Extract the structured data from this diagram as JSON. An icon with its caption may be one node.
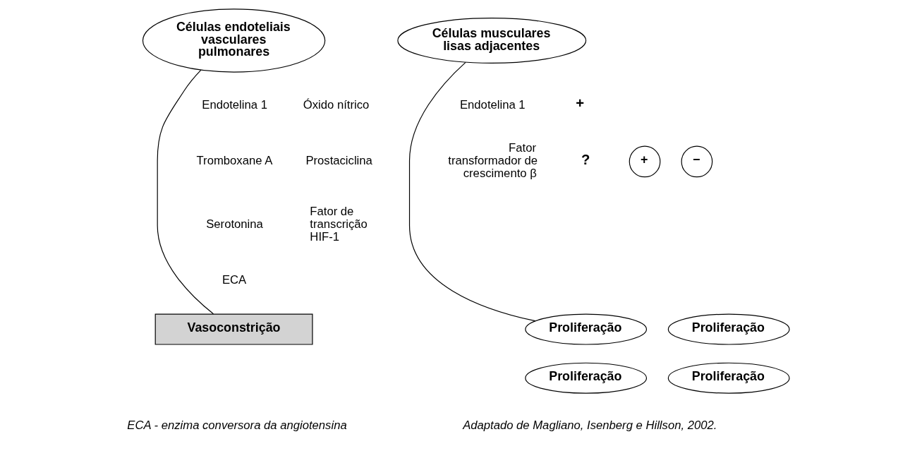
{
  "diagram": {
    "nodes": [
      {
        "text": [
          "Células endoteliais vasculares pulmonares"
        ]
      },
      {
        "text": [
          "Células musculares lisas adjacentes"
        ]
      },
      {
        "text": [
          "+"
        ]
      },
      {
        "text": [
          "−"
        ]
      },
      {
        "text": [
          "Vasoconstrição"
        ]
      },
      {
        "text": [
          "Proliferação"
        ]
      },
      {
        "text": [
          "Proliferação"
        ]
      },
      {
        "text": [
          "Proliferação"
        ]
      },
      {
        "text": [
          "Proliferação"
        ]
      }
    ],
    "edges": [
      {
        "from": 0,
        "to": 4,
        "arrow": "none"
      },
      {
        "from": 1,
        "to": 5,
        "arrow": "none"
      }
    ],
    "labels": [
      "Endotelina 1",
      "Óxido nítrico",
      "Endotelina 1",
      "+",
      "Tromboxane A",
      "Prostaciclina",
      "Fator transformador de crescimento β",
      "?",
      "Serotonina",
      "Fator de transcrição HIF-1",
      "ECA",
      "ECA - enzima conversora da angiotensina",
      "Adaptado de Magliano, Isenberg e Hillson, 2002."
    ]
  }
}
